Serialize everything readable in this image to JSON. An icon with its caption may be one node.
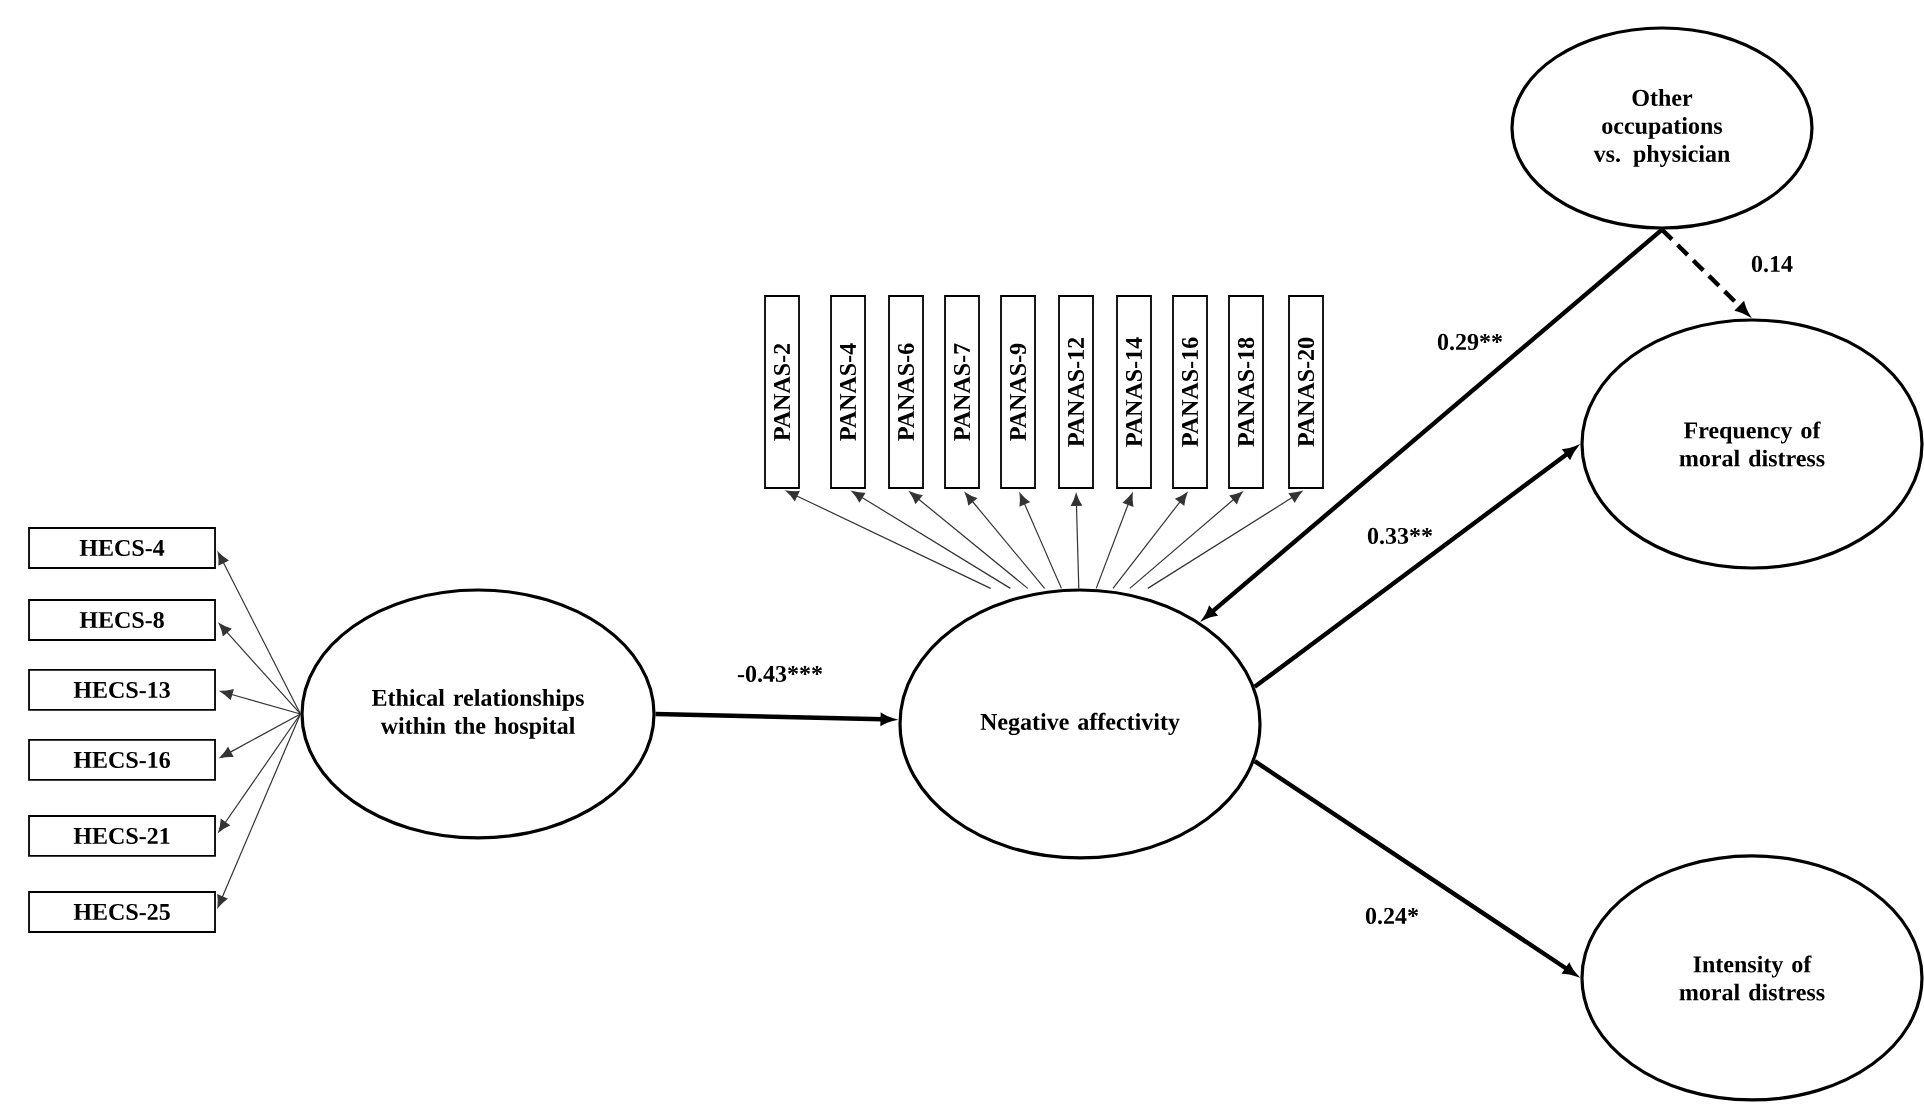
{
  "diagram": {
    "nodes": [
      {
        "text": [
          "HECS-4"
        ]
      },
      {
        "text": [
          "HECS-8"
        ]
      },
      {
        "text": [
          "HECS-13"
        ]
      },
      {
        "text": [
          "HECS-16"
        ]
      },
      {
        "text": [
          "HECS-21"
        ]
      },
      {
        "text": [
          "HECS-25"
        ]
      },
      {
        "text": [
          "Ethical relationships within the hospital"
        ]
      },
      {
        "text": [
          "Negative affectivity"
        ]
      },
      {
        "text": [
          "PANAS-2"
        ]
      },
      {
        "text": [
          "PANAS-4"
        ]
      },
      {
        "text": [
          "PANAS-6"
        ]
      },
      {
        "text": [
          "PANAS-7"
        ]
      },
      {
        "text": [
          "PANAS-9"
        ]
      },
      {
        "text": [
          "PANAS-12"
        ]
      },
      {
        "text": [
          "PANAS-14"
        ]
      },
      {
        "text": [
          "PANAS-16"
        ]
      },
      {
        "text": [
          "PANAS-18"
        ]
      },
      {
        "text": [
          "PANAS-20"
        ]
      },
      {
        "text": [
          "Other occupations vs. physician"
        ]
      },
      {
        "text": [
          "Frequency of moral distress"
        ]
      },
      {
        "text": [
          "Intensity of moral distress"
        ]
      }
    ],
    "edges": [
      {
        "from": 6,
        "to": 0,
        "arrow": "to"
      },
      {
        "from": 6,
        "to": 1,
        "arrow": "to"
      },
      {
        "from": 6,
        "to": 2,
        "arrow": "to"
      },
      {
        "from": 6,
        "to": 3,
        "arrow": "to"
      },
      {
        "from": 6,
        "to": 4,
        "arrow": "to"
      },
      {
        "from": 6,
        "to": 5,
        "arrow": "to"
      },
      {
        "from": 7,
        "to": 8,
        "arrow": "to"
      },
      {
        "from": 7,
        "to": 9,
        "arrow": "to"
      },
      {
        "from": 7,
        "to": 10,
        "arrow": "to"
      },
      {
        "from": 7,
        "to": 11,
        "arrow": "to"
      },
      {
        "from": 7,
        "to": 12,
        "arrow": "to"
      },
      {
        "from": 7,
        "to": 13,
        "arrow": "to"
      },
      {
        "from": 7,
        "to": 14,
        "arrow": "to"
      },
      {
        "from": 7,
        "to": 15,
        "arrow": "to"
      },
      {
        "from": 7,
        "to": 16,
        "arrow": "to"
      },
      {
        "from": 7,
        "to": 17,
        "arrow": "to"
      },
      {
        "from": 6,
        "to": 7,
        "arrow": "to",
        "label": "-0.43***",
        "style": "thick"
      },
      {
        "from": 18,
        "to": 7,
        "arrow": "to",
        "label": "0.29**",
        "style": "thick"
      },
      {
        "from": 18,
        "to": 19,
        "arrow": "to",
        "label": "0.14",
        "style": "dashed"
      },
      {
        "from": 7,
        "to": 19,
        "arrow": "to",
        "label": "0.33**",
        "style": "thick"
      },
      {
        "from": 7,
        "to": 20,
        "arrow": "to",
        "label": "0.24*",
        "style": "thick"
      }
    ]
  }
}
